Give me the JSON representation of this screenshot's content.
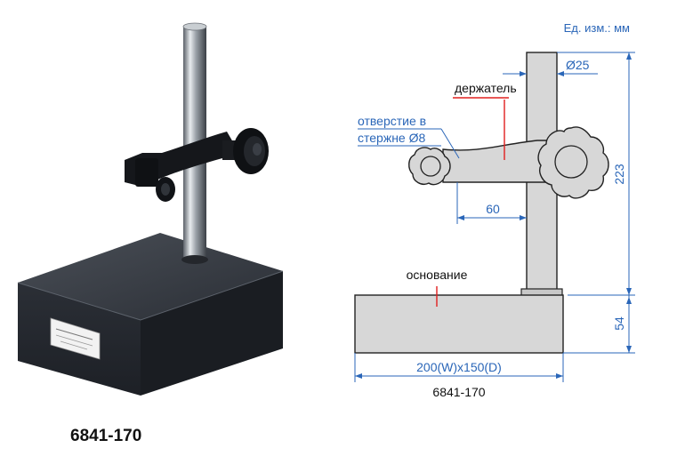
{
  "units_label": "Ед. изм.: мм",
  "photo_model_label": "6841-170",
  "drawing_model_label": "6841-170",
  "labels": {
    "holder": "держатель",
    "hole_line1": "отверстие в",
    "hole_line2": "стержне Ø8",
    "base": "основание"
  },
  "dimensions": {
    "rod_diameter": "Ø25",
    "height": "223",
    "arm_reach": "60",
    "base_height": "54",
    "base_size": "200(W)x150(D)"
  },
  "colors": {
    "dimension_blue": "#2a66b8",
    "leader_red": "#e0201e",
    "part_fill": "#d7d7d7",
    "outline": "#222222",
    "granite": "#2c3038"
  }
}
